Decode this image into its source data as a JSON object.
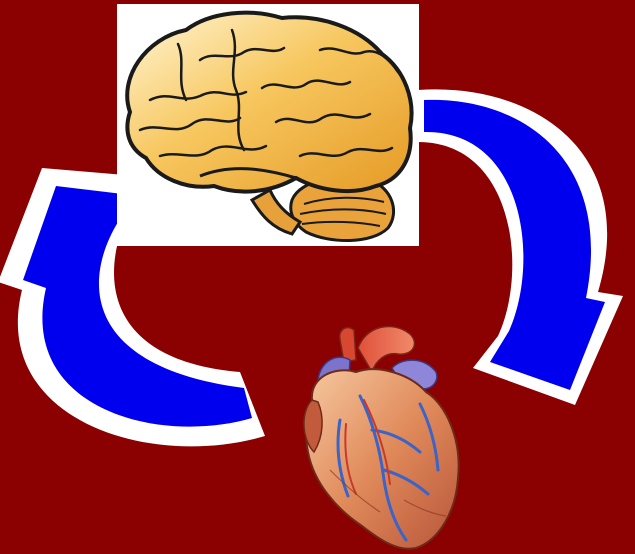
{
  "diagram": {
    "background_color": "#8B0000",
    "arrow_fill_color": "#0000EE",
    "arrow_outline_color": "#FFFFFF",
    "nodes": [
      {
        "id": "brain",
        "icon": "brain-illustration",
        "panel_color": "#FFFFFF"
      },
      {
        "id": "heart",
        "icon": "anatomical-heart-illustration"
      }
    ],
    "arrows": [
      {
        "id": "brain-to-heart",
        "from": "brain",
        "to": "heart",
        "side": "right"
      },
      {
        "id": "heart-to-brain",
        "from": "heart",
        "to": "brain",
        "side": "left"
      }
    ]
  }
}
